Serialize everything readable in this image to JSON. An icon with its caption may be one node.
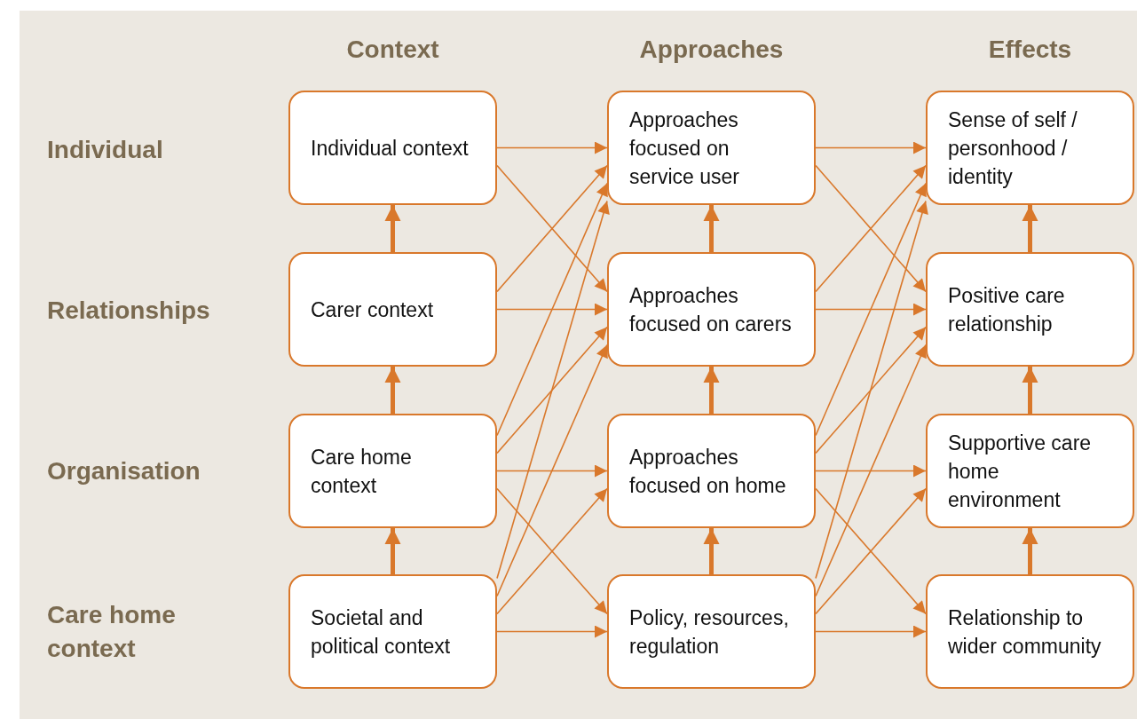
{
  "diagram": {
    "nodes": [
      {
        "text": [
          "Individual context"
        ]
      },
      {
        "text": [
          "Carer context"
        ]
      },
      {
        "text": [
          "Care home context"
        ]
      },
      {
        "text": [
          "Societal and political context"
        ]
      },
      {
        "text": [
          "Approaches focused on service user"
        ]
      },
      {
        "text": [
          "Approaches focused on carers"
        ]
      },
      {
        "text": [
          "Approaches focused on home"
        ]
      },
      {
        "text": [
          "Policy, resources, regulation"
        ]
      },
      {
        "text": [
          "Sense of self / personhood / identity"
        ]
      },
      {
        "text": [
          "Positive care relationship"
        ]
      },
      {
        "text": [
          "Supportive care home environment"
        ]
      },
      {
        "text": [
          "Relationship to wider community"
        ]
      }
    ],
    "edges": [
      {
        "from": 1,
        "to": 0,
        "arrow": "to",
        "style": "thick"
      },
      {
        "from": 2,
        "to": 1,
        "arrow": "to",
        "style": "thick"
      },
      {
        "from": 3,
        "to": 2,
        "arrow": "to",
        "style": "thick"
      },
      {
        "from": 5,
        "to": 4,
        "arrow": "to",
        "style": "thick"
      },
      {
        "from": 6,
        "to": 5,
        "arrow": "to",
        "style": "thick"
      },
      {
        "from": 7,
        "to": 6,
        "arrow": "to",
        "style": "thick"
      },
      {
        "from": 9,
        "to": 8,
        "arrow": "to",
        "style": "thick"
      },
      {
        "from": 10,
        "to": 9,
        "arrow": "to",
        "style": "thick"
      },
      {
        "from": 11,
        "to": 10,
        "arrow": "to",
        "style": "thick"
      },
      {
        "from": 0,
        "to": 4,
        "arrow": "to"
      },
      {
        "from": 0,
        "to": 5,
        "arrow": "to"
      },
      {
        "from": 1,
        "to": 4,
        "arrow": "to"
      },
      {
        "from": 1,
        "to": 5,
        "arrow": "to"
      },
      {
        "from": 2,
        "to": 4,
        "arrow": "to"
      },
      {
        "from": 2,
        "to": 5,
        "arrow": "to"
      },
      {
        "from": 2,
        "to": 6,
        "arrow": "to"
      },
      {
        "from": 2,
        "to": 7,
        "arrow": "to"
      },
      {
        "from": 3,
        "to": 4,
        "arrow": "to"
      },
      {
        "from": 3,
        "to": 5,
        "arrow": "to"
      },
      {
        "from": 3,
        "to": 6,
        "arrow": "to"
      },
      {
        "from": 3,
        "to": 7,
        "arrow": "to"
      },
      {
        "from": 4,
        "to": 8,
        "arrow": "to"
      },
      {
        "from": 4,
        "to": 9,
        "arrow": "to"
      },
      {
        "from": 5,
        "to": 8,
        "arrow": "to"
      },
      {
        "from": 5,
        "to": 9,
        "arrow": "to"
      },
      {
        "from": 6,
        "to": 8,
        "arrow": "to"
      },
      {
        "from": 6,
        "to": 9,
        "arrow": "to"
      },
      {
        "from": 6,
        "to": 10,
        "arrow": "to"
      },
      {
        "from": 6,
        "to": 11,
        "arrow": "to"
      },
      {
        "from": 7,
        "to": 8,
        "arrow": "to"
      },
      {
        "from": 7,
        "to": 9,
        "arrow": "to"
      },
      {
        "from": 7,
        "to": 10,
        "arrow": "to"
      },
      {
        "from": 7,
        "to": 11,
        "arrow": "to"
      }
    ],
    "labels": [
      "Context",
      "Approaches",
      "Effects",
      "Individual",
      "Relationships",
      "Organisation",
      "Care home context"
    ]
  }
}
